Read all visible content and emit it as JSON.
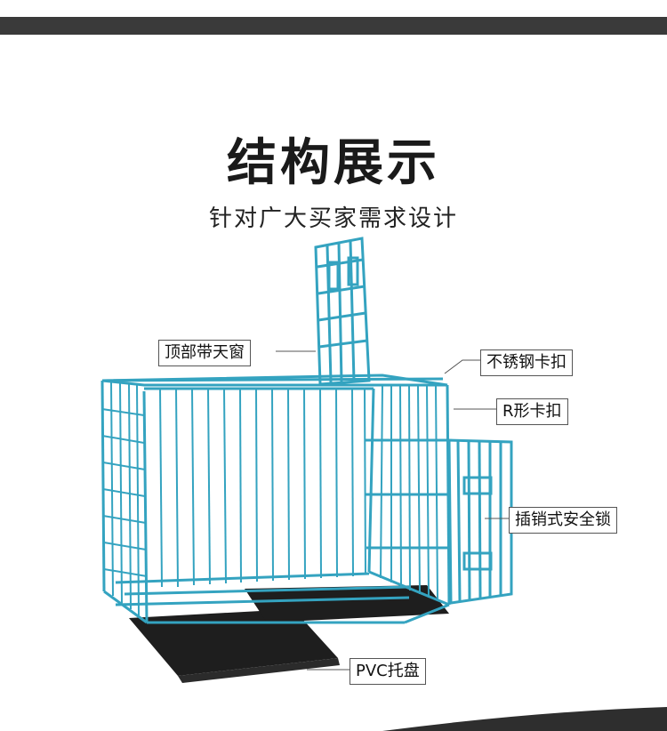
{
  "header": {
    "title": "结构展示",
    "subtitle": "针对广大买家需求设计"
  },
  "callouts": {
    "skylight": "顶部带天窗",
    "steel_clip": "不锈钢卡扣",
    "r_clip": "R形卡扣",
    "latch_lock": "插销式安全锁",
    "tray": "PVC托盘"
  },
  "colors": {
    "wire": "#34a3c0",
    "tray": "#1e1e1e",
    "bar": "#3a3a3a"
  }
}
